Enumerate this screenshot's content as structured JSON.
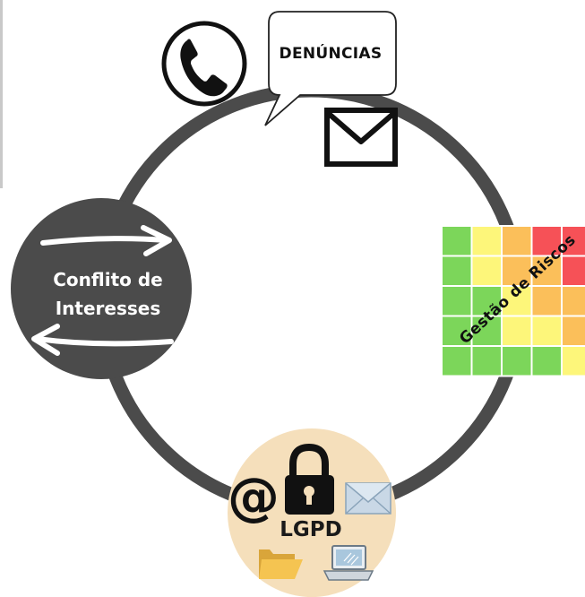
{
  "bubble": {
    "label": "DENÚNCIAS"
  },
  "conflict": {
    "line1": "Conflito de",
    "line2": "Interesses"
  },
  "lgpd": {
    "label": "LGPD"
  },
  "risk": {
    "label": "Gestão de Riscos"
  },
  "colors": {
    "ring": "#4b4b4b",
    "conflict_circle": "#4b4b4b",
    "lgpd_circle": "#f5dfbb",
    "risk_green": "#7cd65a",
    "risk_yellow": "#fdf67a",
    "risk_orange": "#fbbf5a",
    "risk_red": "#f65157"
  },
  "risk_matrix": [
    [
      "green",
      "yellow",
      "orange",
      "red",
      "red"
    ],
    [
      "green",
      "yellow",
      "orange",
      "orange",
      "red"
    ],
    [
      "green",
      "green",
      "yellow",
      "orange",
      "orange"
    ],
    [
      "green",
      "green",
      "yellow",
      "yellow",
      "orange"
    ],
    [
      "green",
      "green",
      "green",
      "green",
      "yellow"
    ]
  ],
  "icons": [
    "phone-icon",
    "speech-bubble-icon",
    "envelope-icon",
    "arrow-right-icon",
    "arrow-left-icon",
    "at-sign-icon",
    "padlock-icon",
    "mail-envelope-icon",
    "folder-icon",
    "laptop-icon"
  ]
}
